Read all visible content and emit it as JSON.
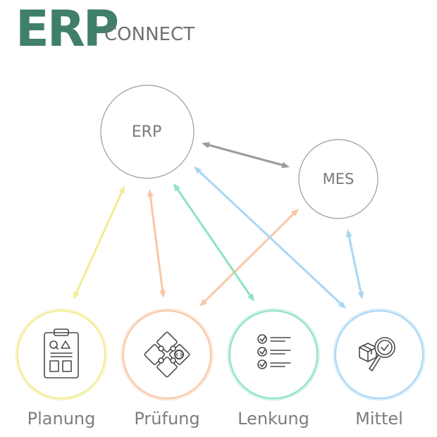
{
  "logo": {
    "main": "ERP",
    "sub": "CONNECT"
  },
  "nodes": {
    "erp": "ERP",
    "mes": "MES"
  },
  "categories": [
    {
      "label": "Planung",
      "icon": "clipboard-plan-icon",
      "color": "#f2ec94"
    },
    {
      "label": "Prüfung",
      "icon": "puzzle-check-icon",
      "color": "#f8c7a6"
    },
    {
      "label": "Lenkung",
      "icon": "checklist-icon",
      "color": "#8fe3bf"
    },
    {
      "label": "Mittel",
      "icon": "package-magnifier-icon",
      "color": "#a9d6f5"
    }
  ],
  "colors": {
    "brand": "#3f7f6c",
    "node_stroke": "#9a9a9a",
    "erp_mes_arrow": "#9b9b9b"
  }
}
